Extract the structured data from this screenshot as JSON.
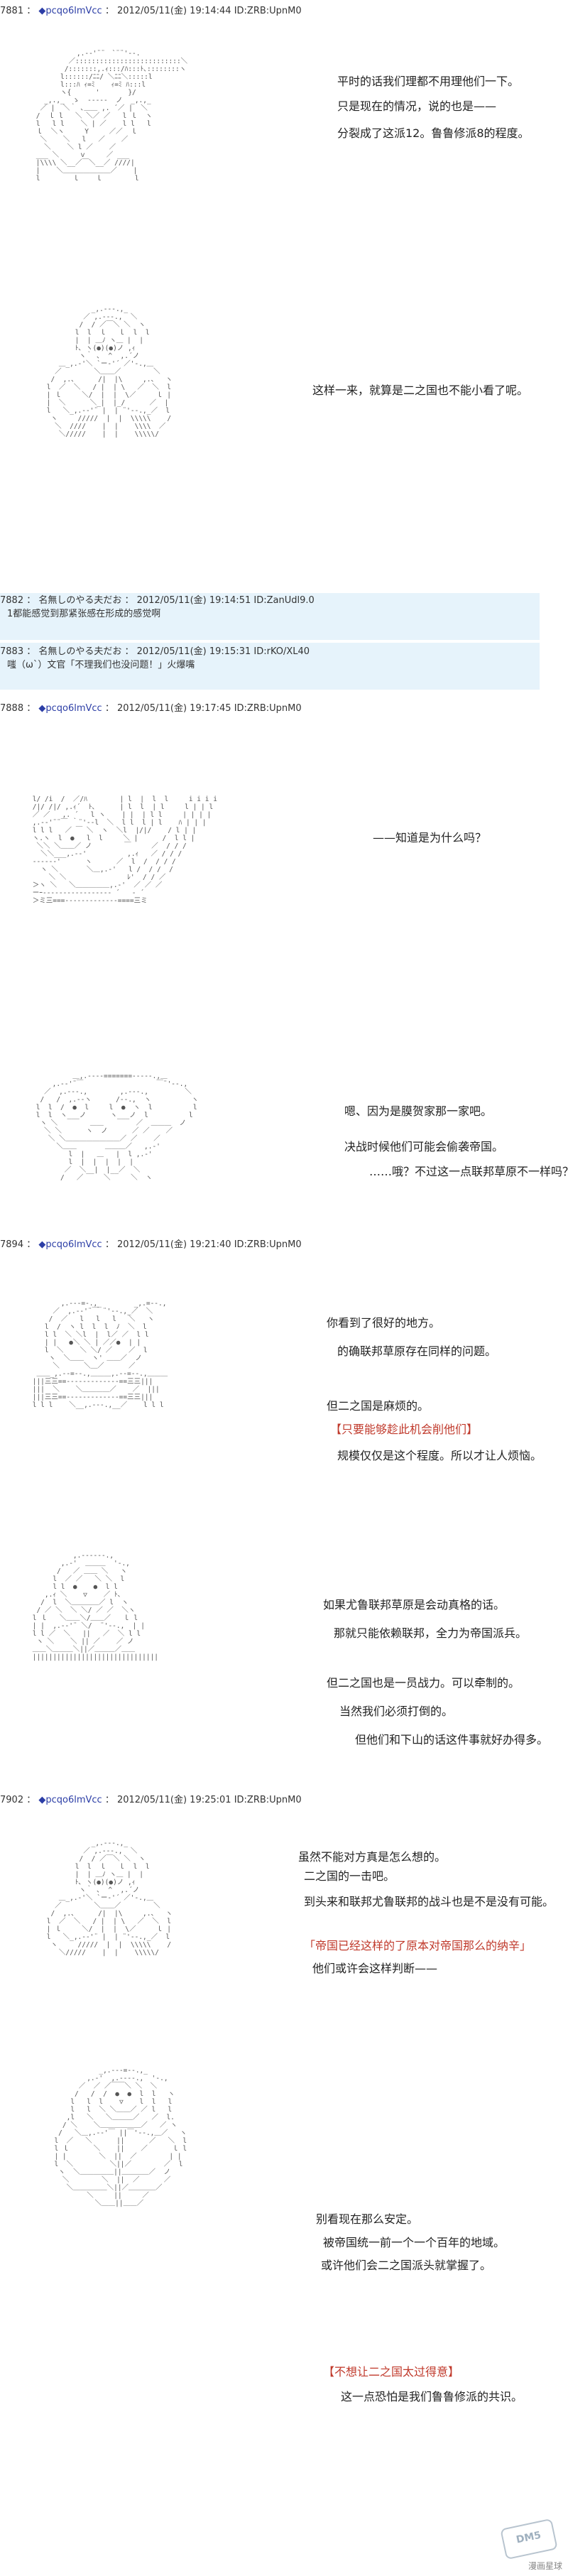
{
  "posts": [
    {
      "num": "7881",
      "name": "◆pcqo6lmVcc",
      "date": "2012/05/11(金) 19:14:44",
      "id": "ID:ZRB:UpnM0"
    },
    {
      "num": "7882",
      "name": "名無しのやる夫だお",
      "date": "2012/05/11(金) 19:14:51",
      "id": "ID:ZanUdl9.0"
    },
    {
      "num": "7883",
      "name": "名無しのやる夫だお",
      "date": "2012/05/11(金) 19:15:31",
      "id": "ID:rKO/XL40"
    },
    {
      "num": "7888",
      "name": "◆pcqo6lmVcc",
      "date": "2012/05/11(金) 19:17:45",
      "id": "ID:ZRB:UpnM0"
    },
    {
      "num": "7894",
      "name": "◆pcqo6lmVcc",
      "date": "2012/05/11(金) 19:21:40",
      "id": "ID:ZRB:UpnM0"
    },
    {
      "num": "7902",
      "name": "◆pcqo6lmVcc",
      "date": "2012/05/11(金) 19:25:01",
      "id": "ID:ZRB:UpnM0"
    }
  ],
  "replies": {
    "r7882": "1都能感觉到那紧张感在形成的感觉啊",
    "r7883": "嗤（ω`）文官「不理我们也没问题！」火爆嘴"
  },
  "dialogue": {
    "p1": [
      "平时的话我们理都不用理他们一下。",
      "只是现在的情况，说的也是——",
      "分裂成了这派12。鲁鲁修派8的程度。"
    ],
    "p2": [
      "这样一来，就算是二之国也不能小看了呢。"
    ],
    "p3": [
      "——知道是为什么吗？"
    ],
    "p4": [
      "嗯、因为是膜贺家那一家吧。",
      "决战时候他们可能会偷袭帝国。",
      "……哦？不过这一点联邦草原不一样吗？"
    ],
    "p5": [
      "你看到了很好的地方。",
      "的确联邦草原存在同样的问题。",
      "但二之国是麻烦的。",
      "【只要能够趁此机会削他们】",
      "规模仅仅是这个程度。所以才让人烦恼。"
    ],
    "p6": [
      "如果尤鲁联邦草原是会动真格的话。",
      "那就只能依赖联邦，全力为帝国派兵。",
      "但二之国也是一员战力。可以牵制的。",
      "当然我们必须打倒的。",
      "但他们和下山的话这件事就好办得多。"
    ],
    "p7": [
      "虽然不能对方真是怎么想的。",
      "二之国的一击吧。",
      "到头来和联邦尤鲁联邦的战斗也是不是没有可能。",
      "「帝国已经这样的了原本对帝国那么的纳辛」",
      "他们或许会这样判断——"
    ],
    "p8": [
      "别看现在那么安定。",
      "被帝国统一前一个一个百年的地域。",
      "或许他们会二之国派头就掌握了。",
      "【不想让二之国太过得意】",
      "这一点恐怕是我们鲁鲁修派的共识。"
    ]
  },
  "watermark": "漫画星球",
  "logo_text": "DM5"
}
